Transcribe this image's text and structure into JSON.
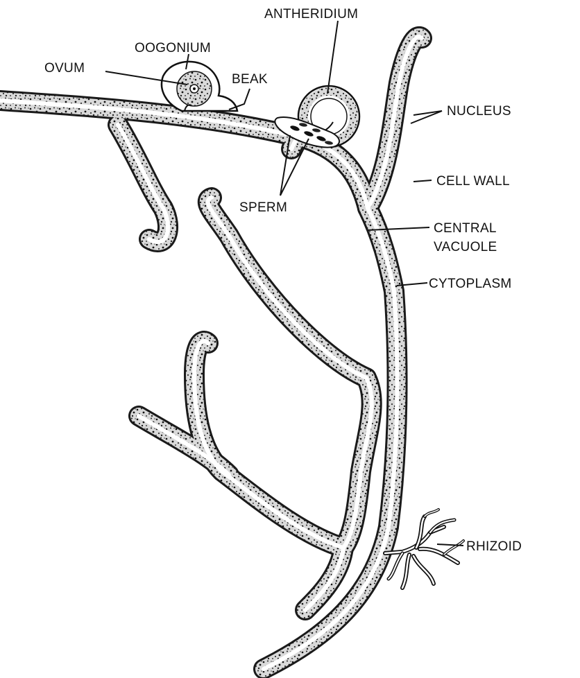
{
  "labels": {
    "antheridium": "ANTHERIDIUM",
    "oogonium": "OOGONIUM",
    "ovum": "OVUM",
    "beak": "BEAK",
    "nucleus": "NUCLEUS",
    "cell_wall": "CELL WALL",
    "sperm": "SPERM",
    "central_vacuole_line1": "CENTRAL",
    "central_vacuole_line2": "VACUOLE",
    "cytoplasm": "CYTOPLASM",
    "rhizoid": "RHIZOID"
  }
}
